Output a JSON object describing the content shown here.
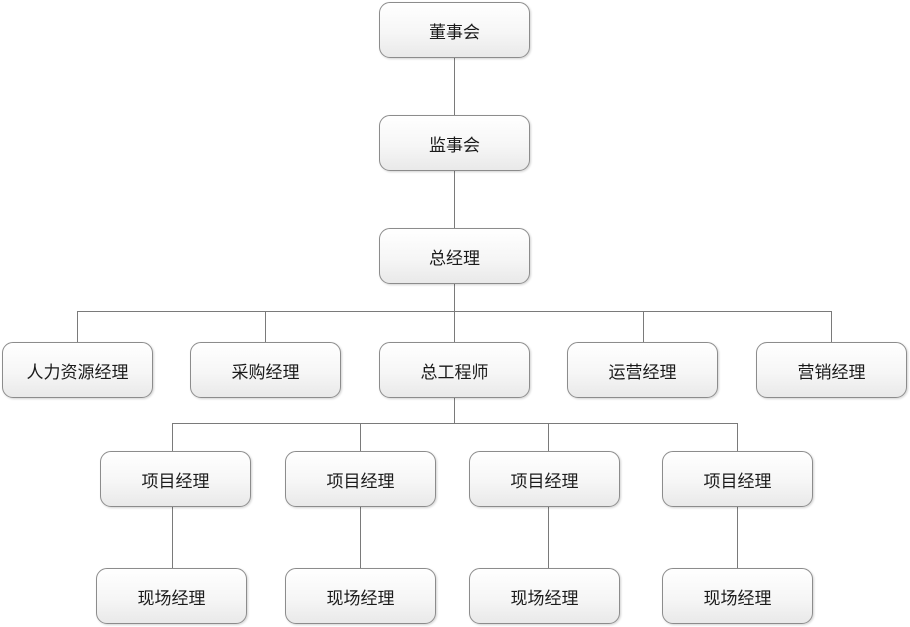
{
  "org_chart": {
    "board": "董事会",
    "supervisory_board": "监事会",
    "general_manager": "总经理",
    "departments": [
      "人力资源经理",
      "采购经理",
      "总工程师",
      "运营经理",
      "营销经理"
    ],
    "project_managers": [
      "项目经理",
      "项目经理",
      "项目经理",
      "项目经理"
    ],
    "site_managers": [
      "现场经理",
      "现场经理",
      "现场经理",
      "现场经理"
    ]
  }
}
